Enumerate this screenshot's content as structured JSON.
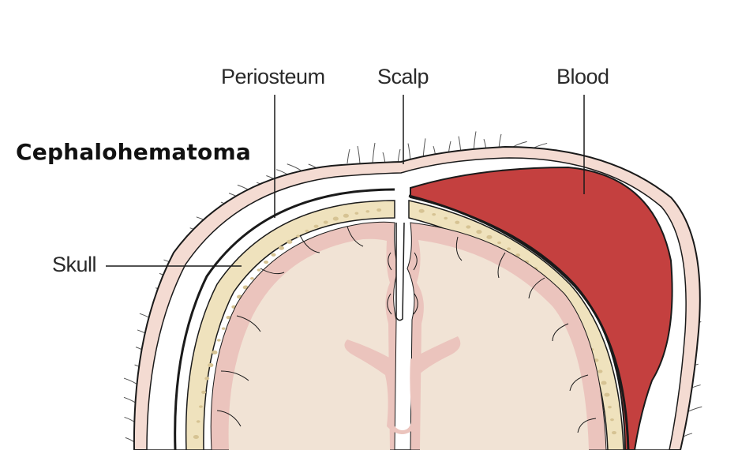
{
  "title": "Cephalohematoma",
  "labels": {
    "periosteum": "Periosteum",
    "scalp": "Scalp",
    "blood": "Blood",
    "skull": "Skull"
  },
  "colors": {
    "scalp_fill": "#f4dbd2",
    "blood_fill": "#c4403f",
    "bone_fill": "#efe2bd",
    "bone_dots": "#d6c393",
    "brain_fill": "#f1e3d5",
    "cortex_fill": "#ebc4bd",
    "outline": "#1a1a1a"
  },
  "icons": {
    "hair": "hair-strands",
    "ventricles": "ventricle-shape"
  }
}
